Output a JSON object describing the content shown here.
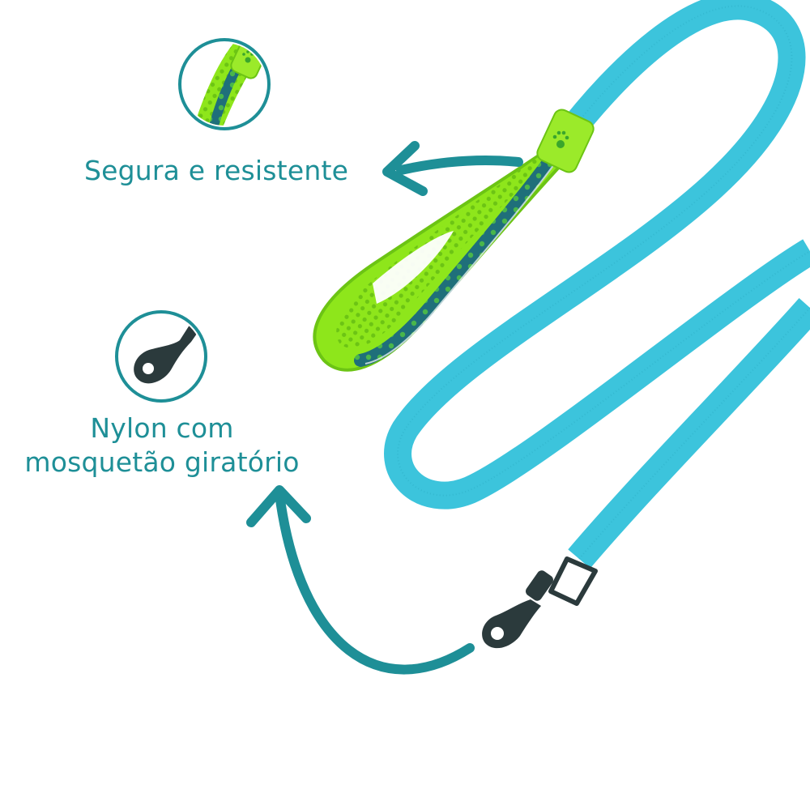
{
  "features": [
    {
      "id": "handle",
      "caption": "Segura e resistente",
      "icon": "padded-handle-icon"
    },
    {
      "id": "snap-hook",
      "caption_lines": [
        "Nylon com",
        "mosquetão giratório"
      ],
      "icon": "snap-hook-icon"
    }
  ],
  "colors": {
    "accent": "#1e8f97",
    "leash_strap": "#3cc4dc",
    "handle_padding": "#8ee61b",
    "hardware": "#2b3a3c"
  }
}
